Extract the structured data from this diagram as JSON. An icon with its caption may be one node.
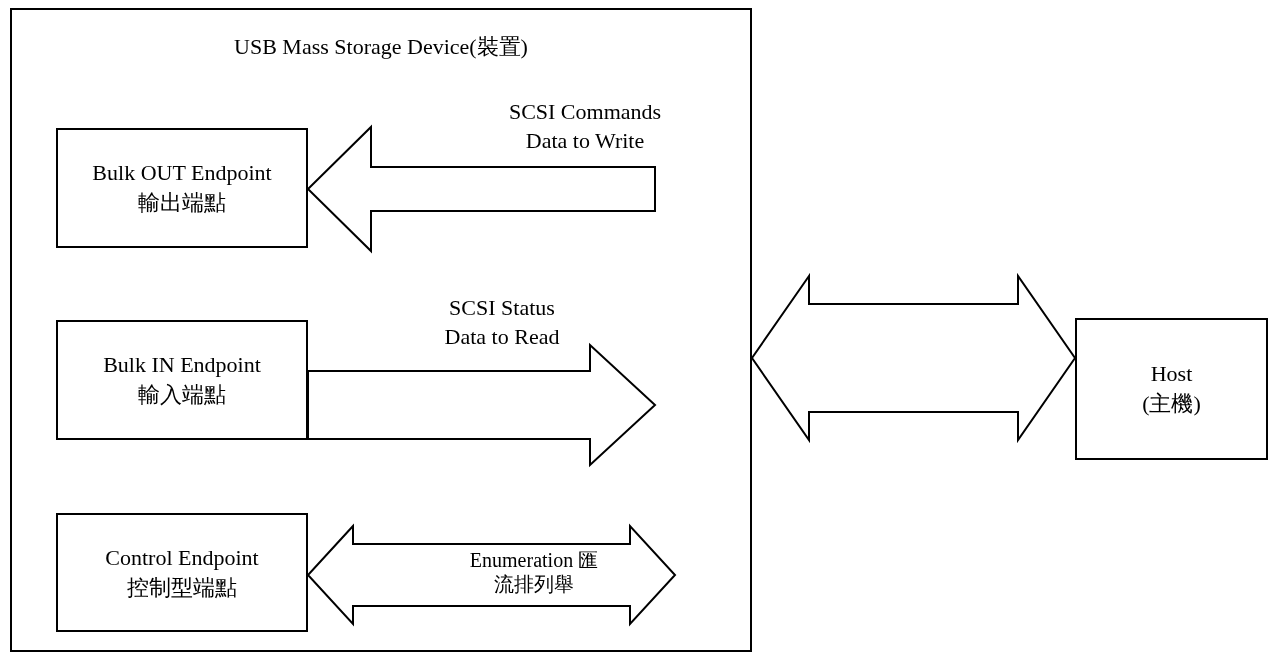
{
  "diagram": {
    "nodes": [
      {
        "text": [
          "USB Mass Storage Device(裝置)"
        ]
      },
      {
        "text": [
          "Bulk OUT Endpoint",
          "輸出端點"
        ],
        "in": 0
      },
      {
        "text": [
          "Bulk IN Endpoint",
          "輸入端點"
        ],
        "in": 0
      },
      {
        "text": [
          "Control Endpoint",
          "控制型端點"
        ],
        "in": 0
      },
      {
        "text": [
          "Host",
          "(主機)"
        ]
      }
    ],
    "edges": [
      {
        "from": null,
        "to": 1,
        "arrow": "to",
        "label": "SCSI Commands Data to Write"
      },
      {
        "from": 2,
        "to": null,
        "arrow": "to",
        "label": "SCSI Status Data to Read"
      },
      {
        "from": 3,
        "to": null,
        "arrow": "both",
        "label": "Enumeration 匯流排列舉"
      },
      {
        "from": 0,
        "to": 4,
        "arrow": "both"
      }
    ]
  }
}
